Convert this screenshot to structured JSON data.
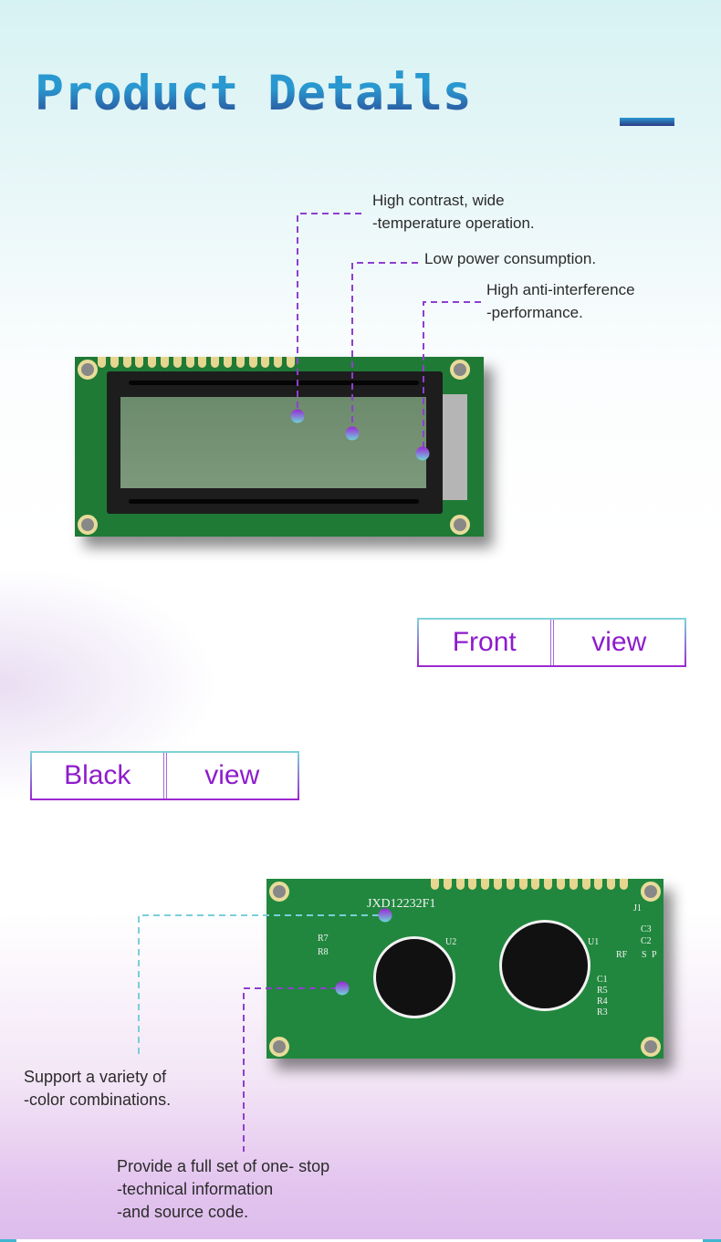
{
  "header": {
    "title": "Product Details"
  },
  "front": {
    "callouts": [
      {
        "lines": [
          "High contrast, wide",
          "-temperature operation."
        ]
      },
      {
        "lines": [
          "Low power consumption."
        ]
      },
      {
        "lines": [
          "High anti-interference",
          "-performance."
        ]
      }
    ],
    "label": {
      "word1": "Front",
      "word2": "view"
    }
  },
  "back": {
    "label": {
      "word1": "Black",
      "word2": "view"
    },
    "callouts": [
      {
        "lines": [
          "Support a variety of",
          "-color combinations."
        ]
      },
      {
        "lines": [
          "Provide a full set of one- stop",
          "-technical information",
          "-and source code."
        ]
      }
    ],
    "silkscreen": {
      "model": "JXD12232F1",
      "u1": "U1",
      "u2": "U2",
      "r7": "R7",
      "r8": "R8",
      "c3": "C3",
      "c2": "C2",
      "j1": "J1",
      "rf": "RF",
      "s": "S",
      "p": "P",
      "c1": "C1",
      "r5": "R5",
      "r4": "R4",
      "r3": "R3"
    }
  },
  "colors": {
    "accent": "#8e1ccc",
    "title_top": "#2a98d0",
    "title_bottom": "#2c3b88",
    "pcb": "#1f7a36"
  }
}
